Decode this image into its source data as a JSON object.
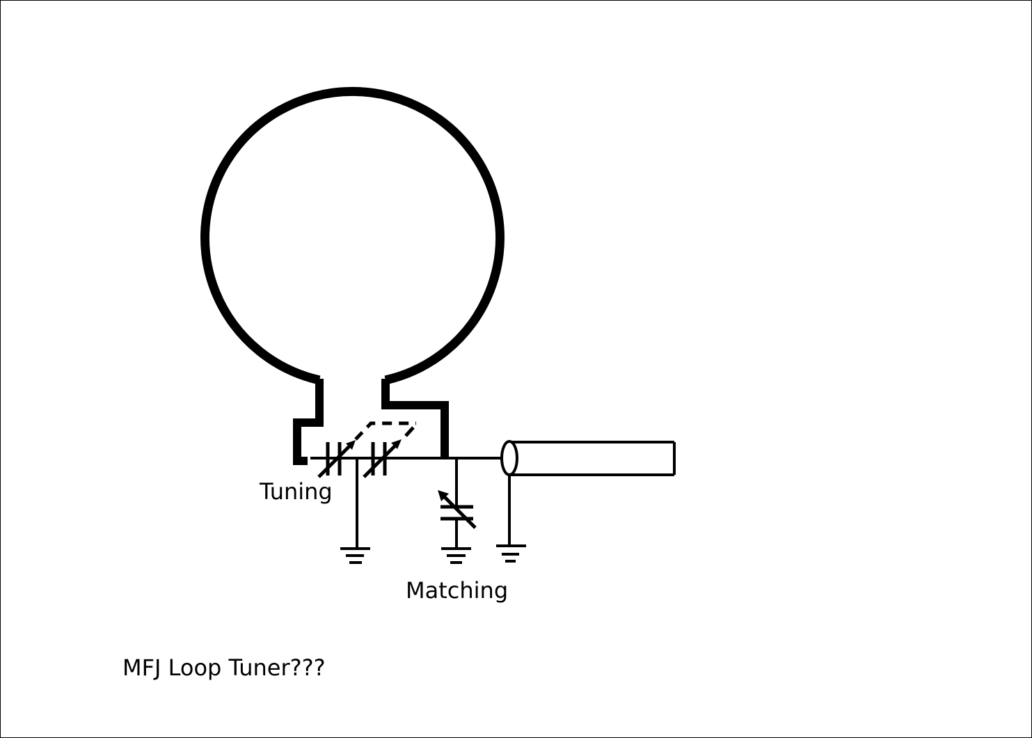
{
  "labels": {
    "tuning": "Tuning",
    "matching": "Matching",
    "caption": "MFJ Loop Tuner???"
  },
  "colors": {
    "line": "#000000",
    "background": "#ffffff"
  }
}
